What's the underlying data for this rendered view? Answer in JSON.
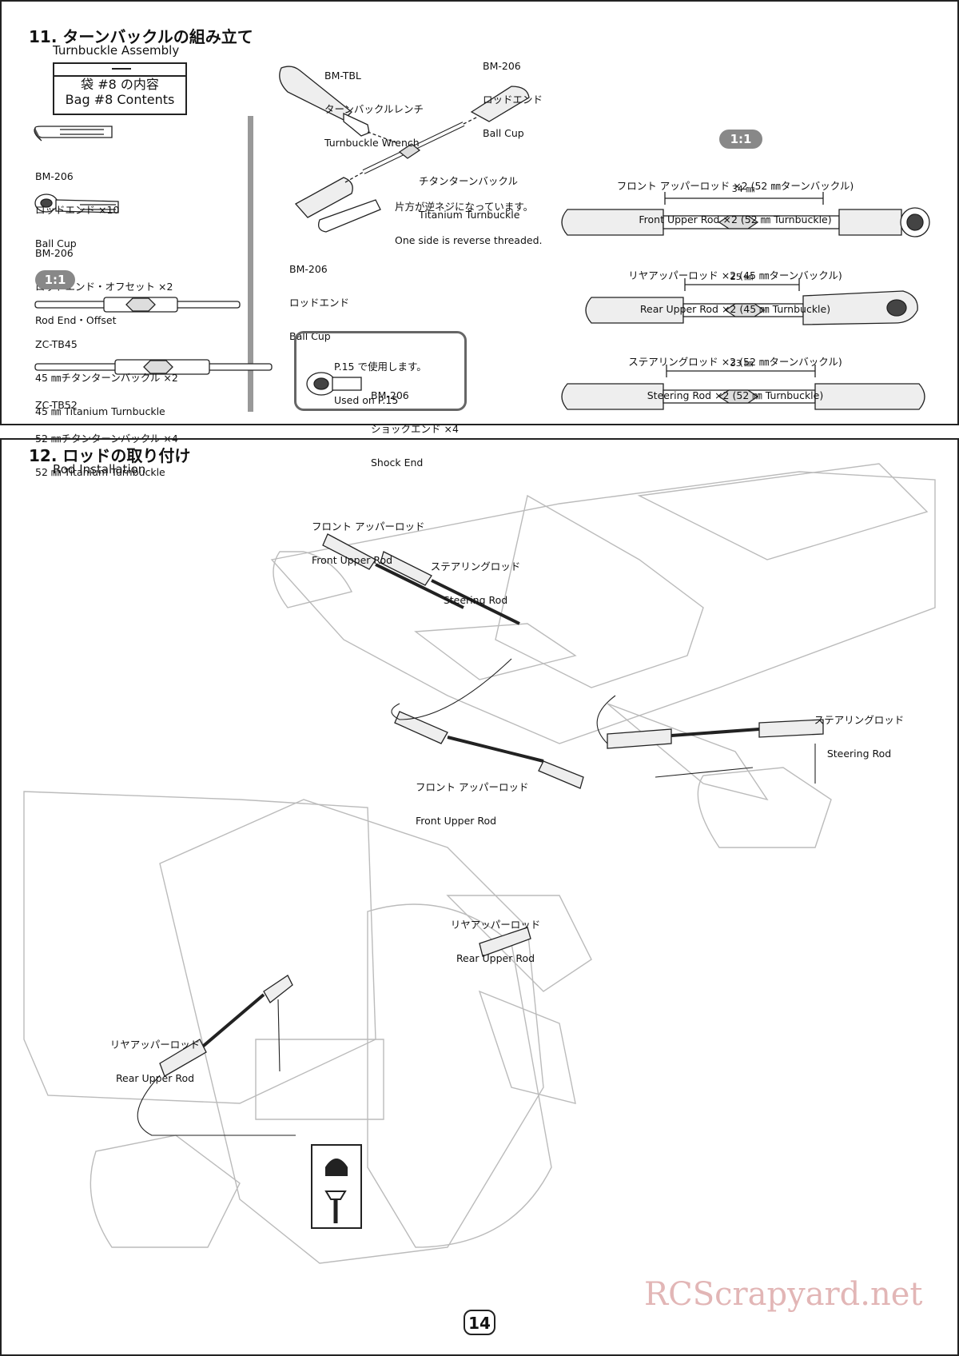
{
  "section11": {
    "title": "11. ターンバックルの組み立て",
    "subtitle": "Turnbuckle Assembly",
    "bag": {
      "ja": "袋 #8 の内容",
      "en": "Bag #8 Contents"
    },
    "scale_label": "1:1",
    "parts": [
      {
        "code": "BM-206",
        "ja": "ロッドエンド ×10",
        "en": "Ball Cup"
      },
      {
        "code": "BM-206",
        "ja": "ロッドエンド・オフセット ×2",
        "en": "Rod End・Offset"
      },
      {
        "code": "ZC-TB45",
        "ja": "45 ㎜チタンターンバックル ×2",
        "en": "45 ㎜ Titanium Turnbuckle"
      },
      {
        "code": "ZC-TB52",
        "ja": "52 ㎜チタンターンバックル ×4",
        "en": "52 ㎜ Titanium Turnbuckle"
      }
    ],
    "tool": {
      "code": "BM-TBL",
      "ja": "ターンバックルレンチ",
      "en": "Turnbuckle Wrench"
    },
    "ballcup_top": {
      "code": "BM-206",
      "ja": "ロッドエンド",
      "en": "Ball Cup"
    },
    "ballcup_bottom": {
      "code": "BM-206",
      "ja": "ロッドエンド",
      "en": "Ball Cup"
    },
    "turnbuckle": {
      "ja": "チタンターンバックル",
      "en": "Titanium Turnbuckle",
      "note_ja": "片方が逆ネジになっています。",
      "note_en": "One side is reverse threaded."
    },
    "note_box": {
      "line1": "P.15 で使用します。",
      "line2": "Used on P.15",
      "code": "BM-206",
      "ja": "ショックエンド ×4",
      "en": "Shock End"
    },
    "rods": [
      {
        "ja": "フロント アッパーロッド ×2 (52 ㎜ターンバックル)",
        "en": "Front Upper Rod ×2 (52 ㎜ Turnbuckle)",
        "dim": "34 ㎜"
      },
      {
        "ja": "リヤアッパーロッド ×2 (45 ㎜ターンバックル)",
        "en": "Rear Upper Rod ×2 (45 ㎜ Turnbuckle)",
        "dim": "25 ㎜"
      },
      {
        "ja": "ステアリングロッド ×2 (52 ㎜ターンバックル)",
        "en": "Steering Rod ×2 (52 ㎜ Turnbuckle)",
        "dim": "33 ㎜"
      }
    ]
  },
  "section12": {
    "title": "12. ロッドの取り付け",
    "subtitle": "Rod Installation",
    "callouts": [
      {
        "ja": "フロント アッパーロッド",
        "en": "Front Upper Rod"
      },
      {
        "ja": "ステアリングロッド",
        "en": "Steering Rod"
      },
      {
        "ja": "ステアリングロッド",
        "en": "Steering Rod"
      },
      {
        "ja": "フロント アッパーロッド",
        "en": "Front Upper Rod"
      },
      {
        "ja": "リヤアッパーロッド",
        "en": "Rear Upper Rod"
      },
      {
        "ja": "リヤアッパーロッド",
        "en": "Rear Upper Rod"
      }
    ]
  },
  "watermark": "RCScrapyard.net",
  "page_number": "14"
}
